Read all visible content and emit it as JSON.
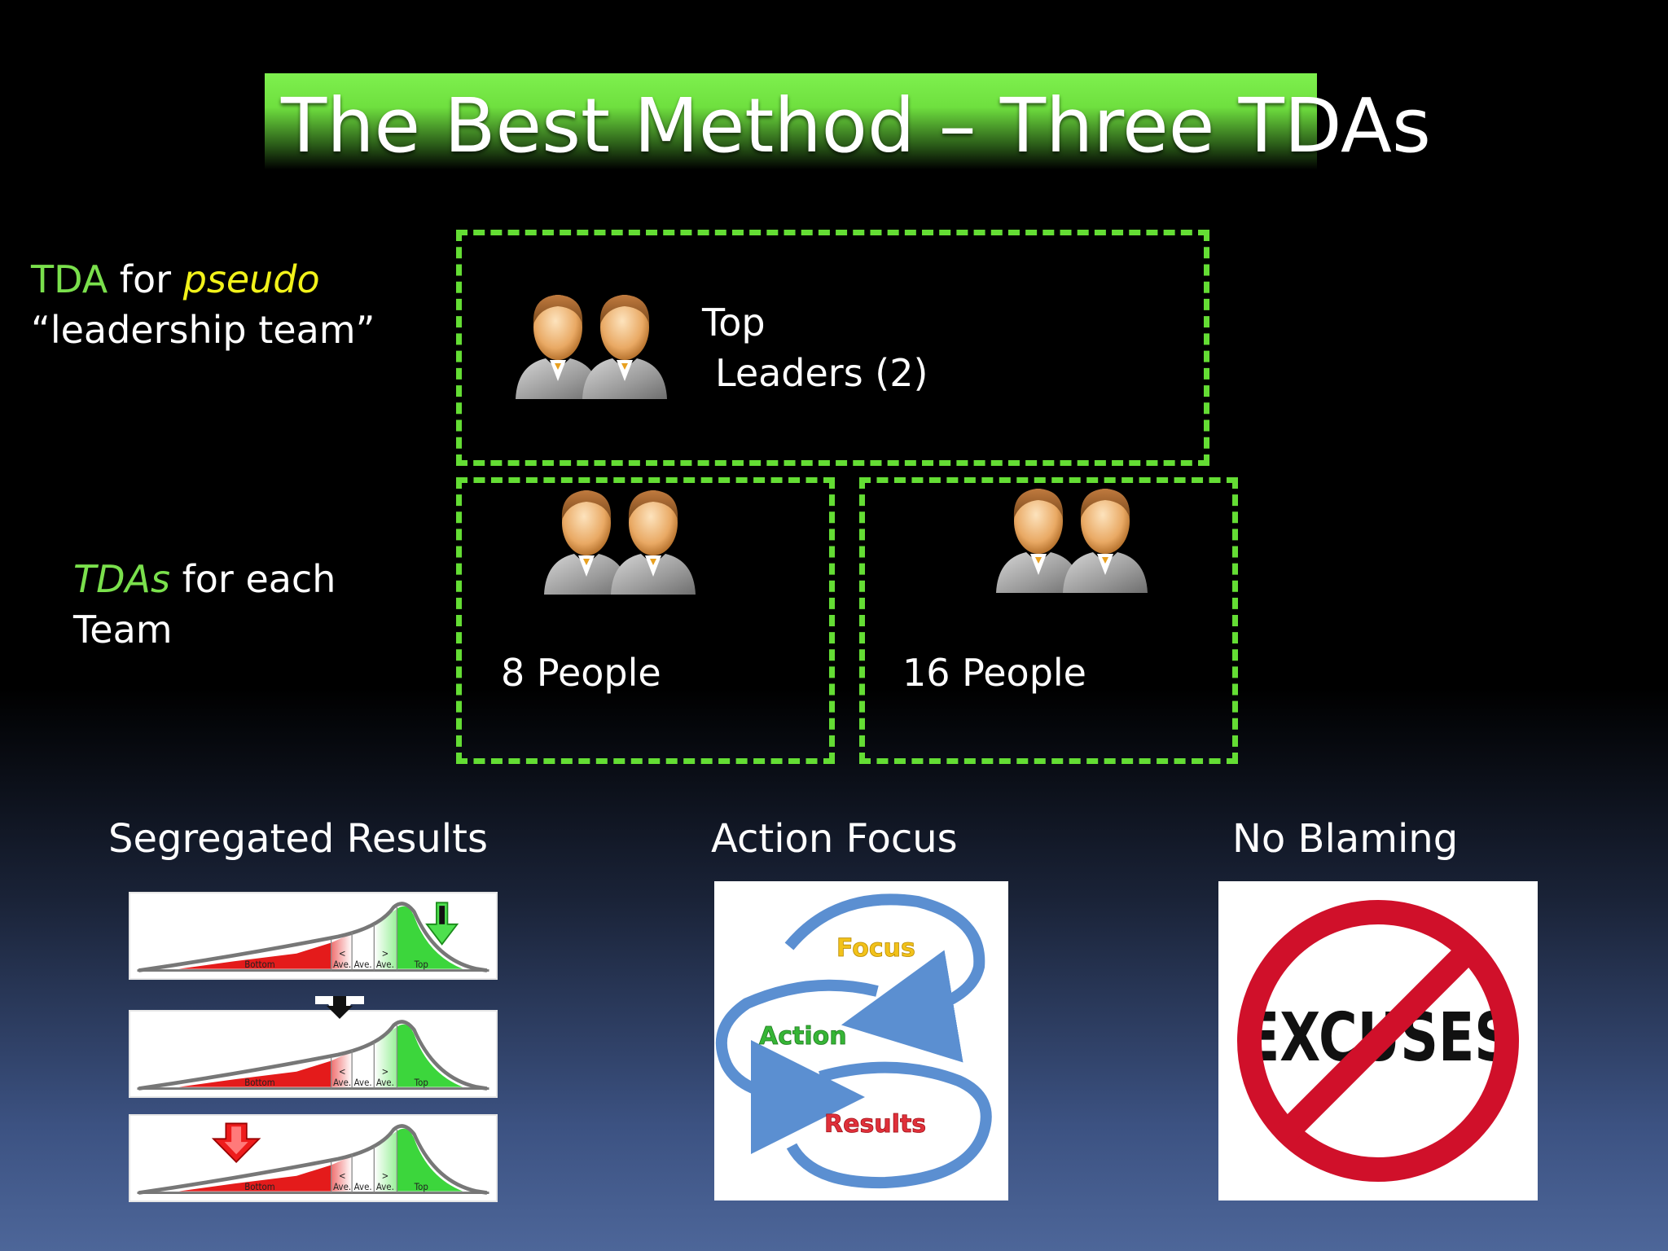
{
  "title": "The Best Method – Three TDAs",
  "left_labels": {
    "leadership": {
      "tda": "TDA",
      "for": " for ",
      "pseudo": "pseudo",
      "line2": "“leadership team”"
    },
    "teams": {
      "tdas": "TDAs",
      "for_each": " for each",
      "line2": "Team"
    }
  },
  "boxes": {
    "top": {
      "line1": "Top",
      "line2": "Leaders (2)"
    },
    "team_a": {
      "label": "8 People"
    },
    "team_b": {
      "label": "16 People"
    }
  },
  "bottom": {
    "segregated_heading": "Segregated Results",
    "action_heading": "Action Focus",
    "blaming_heading": "No Blaming",
    "curve_labels": [
      "Bottom",
      "<",
      "Ave.",
      "Ave.",
      ">",
      "Ave.",
      "Top"
    ],
    "cycle_words": {
      "focus": "Focus",
      "action": "Action",
      "results": "Results"
    },
    "excuses_word": "EXCUSES"
  },
  "colors": {
    "background": "#000000",
    "title_green": "#7ef04e",
    "dash_green": "#64dd34",
    "label_green": "#7ae04c",
    "label_yellow": "#f2f21a",
    "arrow_blue": "#5b8fd1",
    "no_red": "#d0102a"
  },
  "icons": {
    "people": "two-people-icon",
    "arrows": [
      "green-down-arrow",
      "black-down-arrow",
      "red-down-arrow"
    ]
  }
}
